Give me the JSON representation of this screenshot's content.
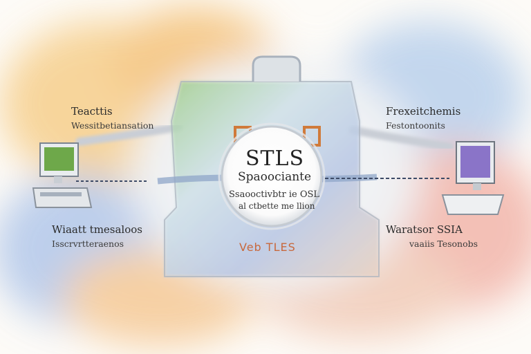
{
  "diagram": {
    "center": {
      "title": "STLS",
      "subtitle": "Spaoociante",
      "line1": "Ssaooctivbtr ie OSL",
      "line2": "al ctbette me llion"
    },
    "bottom_caption": "Veb  TLES",
    "top_left": {
      "title": "Teacttis",
      "subtitle": "Wessitbetiansation"
    },
    "top_right": {
      "title": "Frexeitchemis",
      "subtitle": "Festontoonits"
    },
    "bottom_left": {
      "title": "Wiaatt tmesaloos",
      "subtitle": "Isscrvrtteraenos"
    },
    "bottom_right": {
      "title": "Waratsor SSIA",
      "subtitle": "vaaiis Tesonobs"
    }
  },
  "colors": {
    "left_screen": "#6ea84a",
    "right_screen": "#8a74c8",
    "caption": "#c8683c",
    "wash_orange": "#f3c27e",
    "wash_blue": "#a8c4e6",
    "wash_pink": "#f2b3a8"
  }
}
